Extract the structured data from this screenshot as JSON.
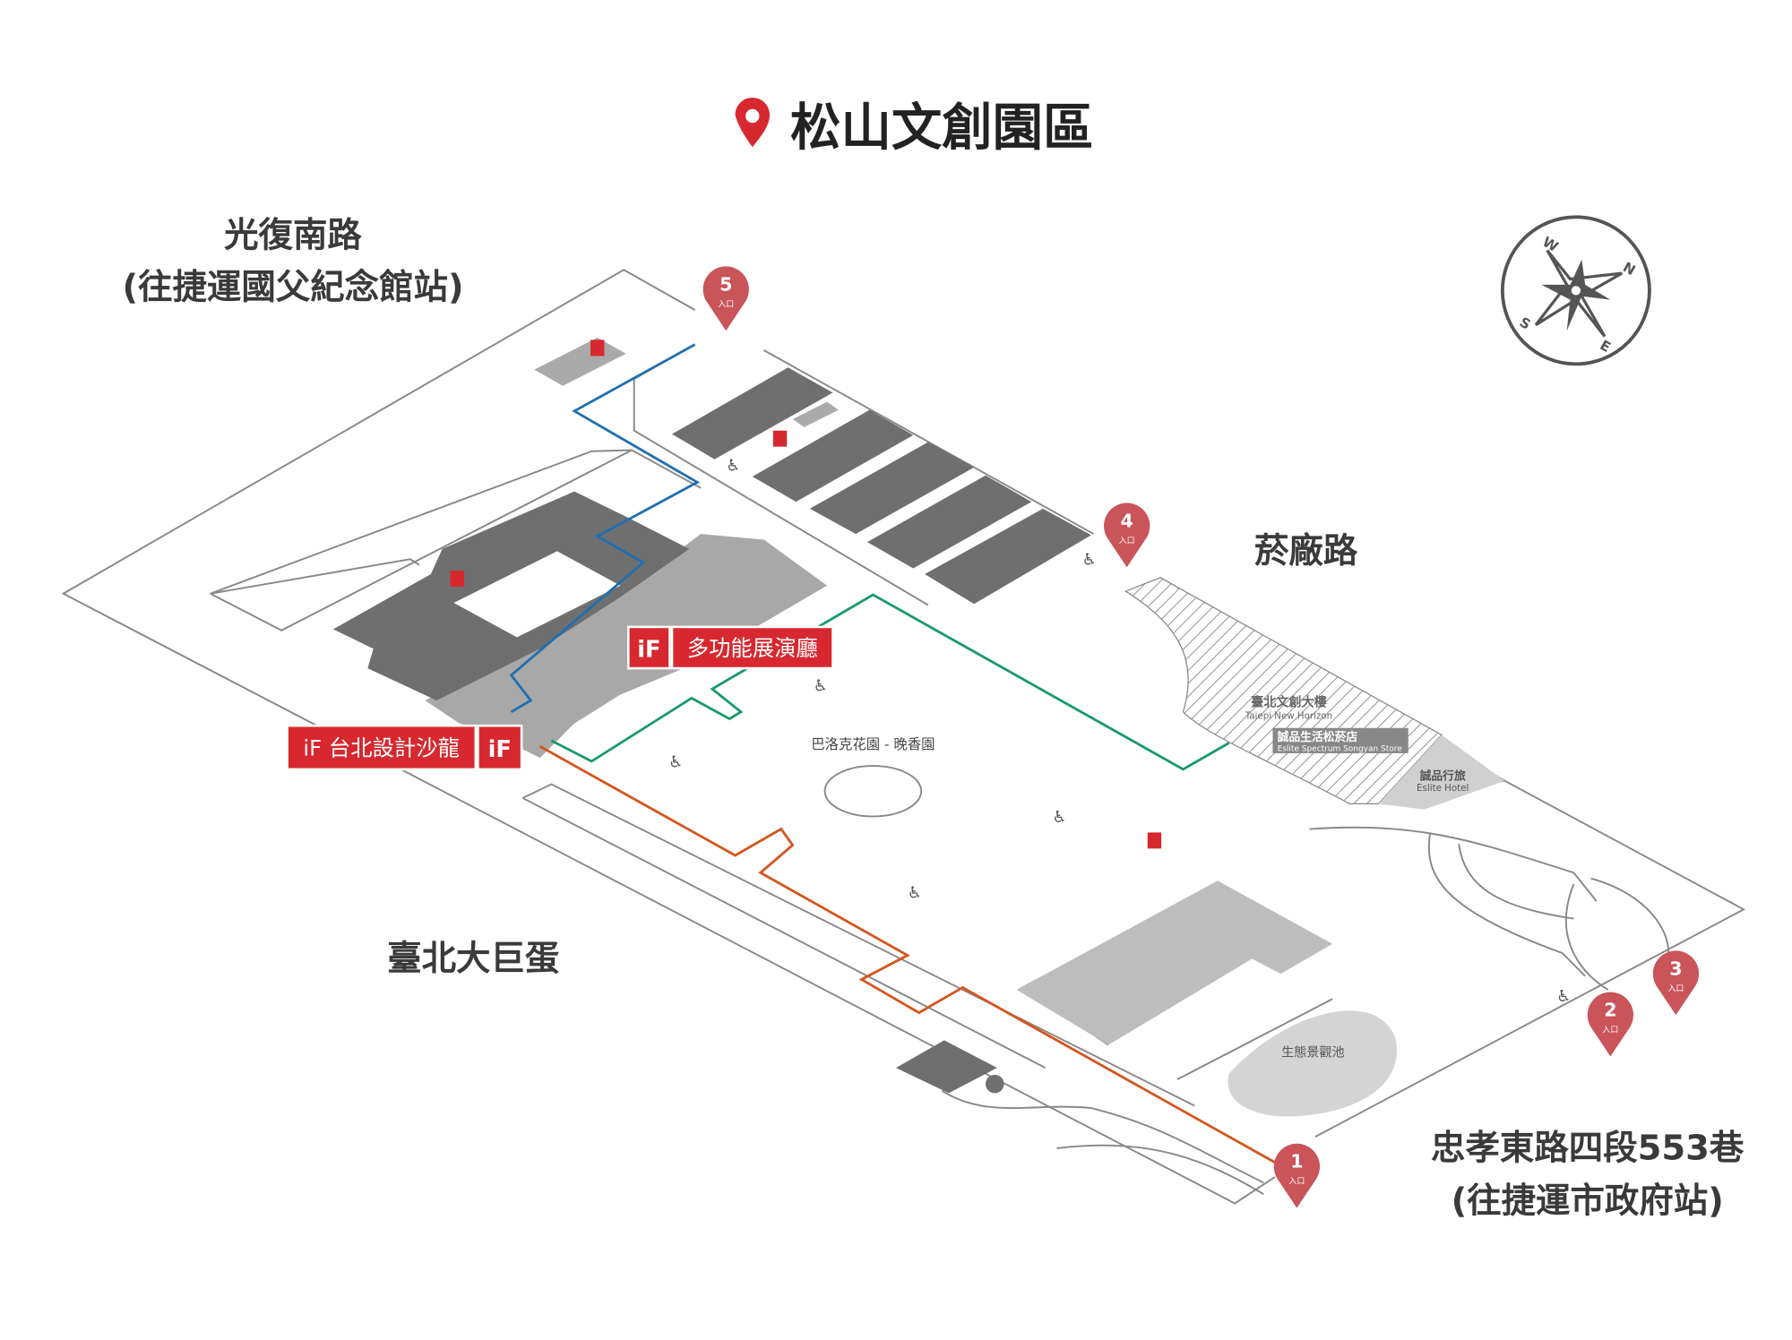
{
  "title": "松山文創園區",
  "roads": {
    "north_line1": "光復南路",
    "north_line2": "(往捷運國父紀念館站)",
    "east": "菸廠路",
    "west": "臺北大巨蛋",
    "south_line1": "忠孝東路四段553巷",
    "south_line2": "(往捷運市政府站)"
  },
  "venues": {
    "multi_hall": "多功能展演廳",
    "if_salon": "iF 台北設計沙龍",
    "if_logo": "iF",
    "garden": "巴洛克花園 - 晚香園",
    "eco_pond": "生態景觀池",
    "new_horizon_zh": "臺北文創大樓",
    "new_horizon_en": "Taiepi New Horizon",
    "eslite_store_zh": "誠品生活松菸店",
    "eslite_store_en": "Eslite Spectrum Songyan Store",
    "eslite_hotel_zh": "誠品行旅",
    "eslite_hotel_en": "Eslite Hotel"
  },
  "entrances": [
    {
      "num": "1",
      "label": "入口"
    },
    {
      "num": "2",
      "label": "入口"
    },
    {
      "num": "3",
      "label": "入口"
    },
    {
      "num": "4",
      "label": "入口"
    },
    {
      "num": "5",
      "label": "入口"
    }
  ],
  "compass": {
    "n": "N",
    "e": "E",
    "s": "S",
    "w": "W"
  },
  "colors": {
    "accent": "#d7282f",
    "pin": "#c9545a",
    "route_blue": "#1f6fb0",
    "route_green": "#1a9a6a",
    "route_orange": "#d4561e",
    "building": "#6f6f6f",
    "corridor": "#a8a8a8"
  }
}
